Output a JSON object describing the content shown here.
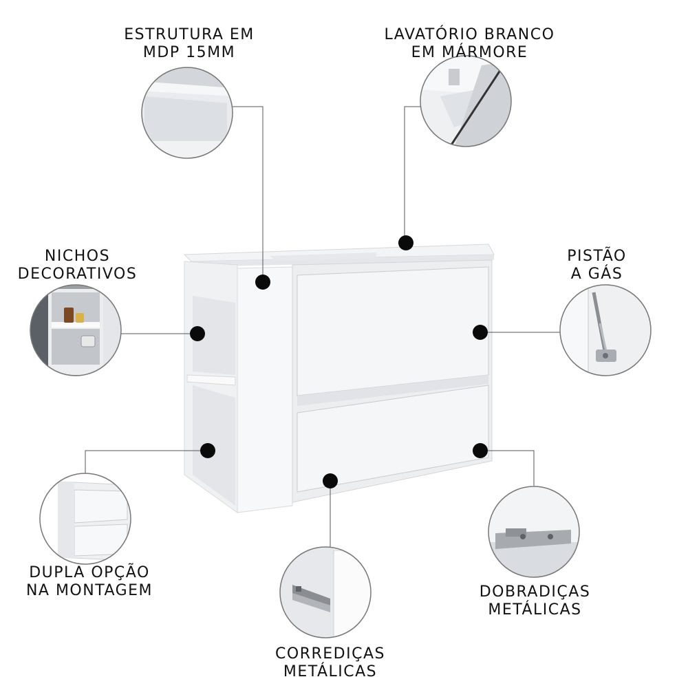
{
  "features": [
    {
      "id": "estrutura",
      "lines": [
        "ESTRUTURA EM",
        "MDP 15MM"
      ]
    },
    {
      "id": "lavatorio",
      "lines": [
        "LAVATÓRIO BRANCO",
        "EM MÁRMORE"
      ]
    },
    {
      "id": "nichos",
      "lines": [
        "NICHOS",
        "DECORATIVOS"
      ]
    },
    {
      "id": "pistao",
      "lines": [
        "PISTÃO",
        "A GÁS"
      ]
    },
    {
      "id": "dupla",
      "lines": [
        "DUPLA OPÇÃO",
        "NA MONTAGEM"
      ]
    },
    {
      "id": "dobradicas",
      "lines": [
        "DOBRADIÇAS",
        "METÁLICAS"
      ]
    },
    {
      "id": "corredicas",
      "lines": [
        "CORREDIÇAS",
        "METÁLICAS"
      ]
    }
  ]
}
